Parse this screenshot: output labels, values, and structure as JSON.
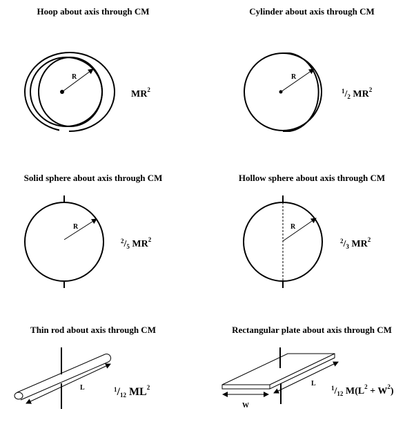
{
  "panels": {
    "hoop": {
      "title": "Hoop about axis through CM",
      "radius_label": "R",
      "formula": {
        "main": "MR",
        "exp": "2"
      }
    },
    "cylinder": {
      "title": "Cylinder about axis through CM",
      "radius_label": "R",
      "formula": {
        "num": "1",
        "den": "2",
        "main": "MR",
        "exp": "2"
      }
    },
    "solid_sphere": {
      "title": "Solid sphere about axis through CM",
      "radius_label": "R",
      "formula": {
        "num": "2",
        "den": "5",
        "main": "MR",
        "exp": "2"
      }
    },
    "hollow_sphere": {
      "title": "Hollow sphere about axis through CM",
      "radius_label": "R",
      "formula": {
        "num": "2",
        "den": "3",
        "main": "MR",
        "exp": "2"
      }
    },
    "thin_rod": {
      "title": "Thin rod about axis through CM",
      "length_label": "L",
      "formula": {
        "num": "1",
        "den": "12",
        "main": "ML",
        "exp": "2"
      }
    },
    "plate": {
      "title": "Rectangular plate about axis through CM",
      "length_label": "L",
      "width_label": "W",
      "formula": {
        "num": "1",
        "den": "12",
        "main": "M(L",
        "exp1": "2",
        "mid": " + W",
        "exp2": "2",
        "end": ")"
      }
    }
  }
}
